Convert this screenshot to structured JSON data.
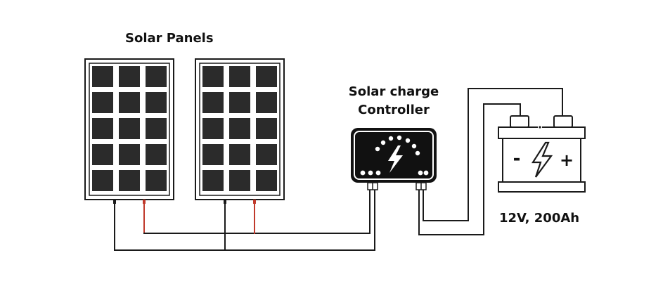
{
  "labels": {
    "solar_panels": "Solar Panels",
    "controller_line1": "Solar charge",
    "controller_line2": "Controller",
    "battery_spec": "12V, 200Ah"
  },
  "battery_symbols": {
    "negative": "-",
    "positive": "+"
  },
  "colors": {
    "ink": "#111111",
    "background": "#ffffff",
    "wire_black": "#1a1a1a",
    "wire_red": "#c0392b",
    "panel_cell": "#2b2b2b",
    "controller_body": "#111111",
    "controller_glyph": "#ffffff"
  },
  "icons": {
    "controller": "lightning-bolt-icon",
    "battery": "lightning-bolt-icon"
  }
}
